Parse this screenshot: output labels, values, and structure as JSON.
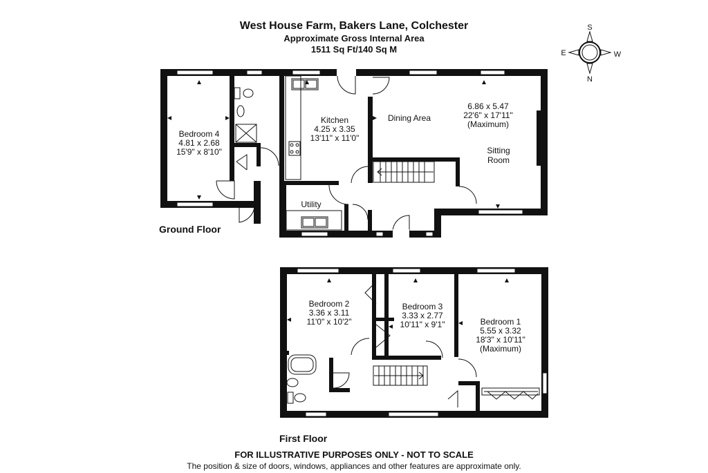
{
  "header": {
    "address": "West House Farm, Bakers Lane, Colchester",
    "area_caption": "Approximate Gross Internal Area",
    "area_value": "1511 Sq Ft/140 Sq M"
  },
  "compass": {
    "north": "N",
    "south": "S",
    "east": "E",
    "west": "W"
  },
  "ground_floor": {
    "label": "Ground Floor",
    "bedroom4": {
      "name": "Bedroom 4",
      "metric": "4.81 x 2.68",
      "imperial": "15'9\" x 8'10\""
    },
    "kitchen": {
      "name": "Kitchen",
      "metric": "4.25 x 3.35",
      "imperial": "13'11\" x 11'0\""
    },
    "dining": {
      "name": "Dining Area"
    },
    "sitting": {
      "metric": "6.86 x 5.47",
      "imperial": "22'6\" x 17'11\"",
      "note": "(Maximum)",
      "name_line1": "Sitting",
      "name_line2": "Room"
    },
    "utility": {
      "name": "Utility"
    }
  },
  "first_floor": {
    "label": "First Floor",
    "bedroom2": {
      "name": "Bedroom 2",
      "metric": "3.36 x 3.11",
      "imperial": "11'0\" x 10'2\""
    },
    "bedroom3": {
      "name": "Bedroom 3",
      "metric": "3.33 x 2.77",
      "imperial": "10'11\" x 9'1\""
    },
    "bedroom1": {
      "name": "Bedroom 1",
      "metric": "5.55 x 3.32",
      "imperial": "18'3\" x 10'11\"",
      "note": "(Maximum)"
    }
  },
  "footer": {
    "line1": "FOR ILLUSTRATIVE PURPOSES ONLY - NOT TO SCALE",
    "line2": "The position & size of doors, windows, appliances and other features are approximate only."
  },
  "colors": {
    "wall": "#111111",
    "background": "#ffffff",
    "window": "#ffffff"
  }
}
